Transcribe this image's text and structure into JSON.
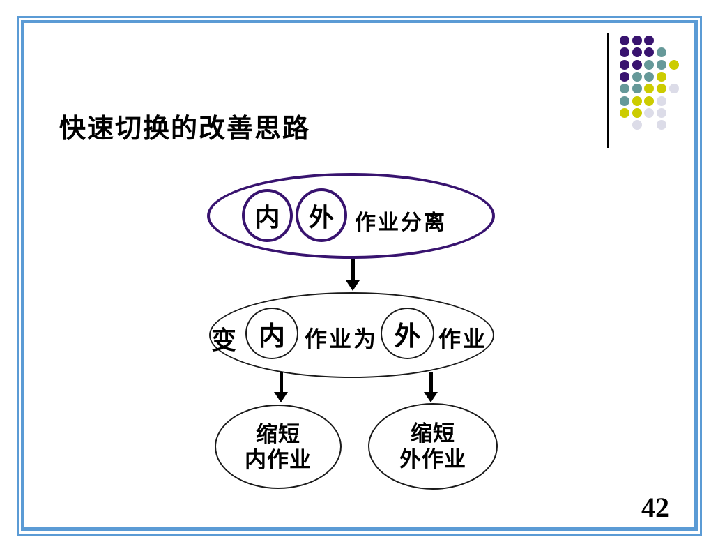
{
  "slide": {
    "title": "快速切换的改善思路",
    "page_number": "42",
    "colors": {
      "frame_blue": "#5B9BD5",
      "accent_purple": "#38136F",
      "line_black": "#000000"
    },
    "decoration": {
      "dot_colors": {
        "P": "#38136F",
        "T": "#669999",
        "Y": "#CCCC00",
        "G": "#DCDCE8"
      },
      "dot_rows": [
        [
          "P",
          "P",
          "P"
        ],
        [
          "P",
          "P",
          "P",
          "T"
        ],
        [
          "P",
          "P",
          "T",
          "T",
          "Y"
        ],
        [
          "P",
          "T",
          "T",
          "Y"
        ],
        [
          "T",
          "T",
          "Y",
          "Y",
          "G"
        ],
        [
          "T",
          "Y",
          "Y",
          "G"
        ],
        [
          "Y",
          "Y",
          "G",
          "G"
        ],
        [
          null,
          "G",
          null,
          "G"
        ]
      ],
      "dot_col_spacing": 17.7,
      "dot_row_spacing": 17.3
    },
    "diagram": {
      "top_node": {
        "circle1": "内",
        "circle2": "外",
        "label": "作业分离"
      },
      "middle_node": {
        "prefix": "变",
        "circle1": "内",
        "between": "作业为",
        "circle2": "外",
        "suffix": "作业"
      },
      "bottom_left_node": {
        "line1": "缩短",
        "line2": "内作业"
      },
      "bottom_right_node": {
        "line1": "缩短",
        "line2": "外作业"
      }
    }
  }
}
